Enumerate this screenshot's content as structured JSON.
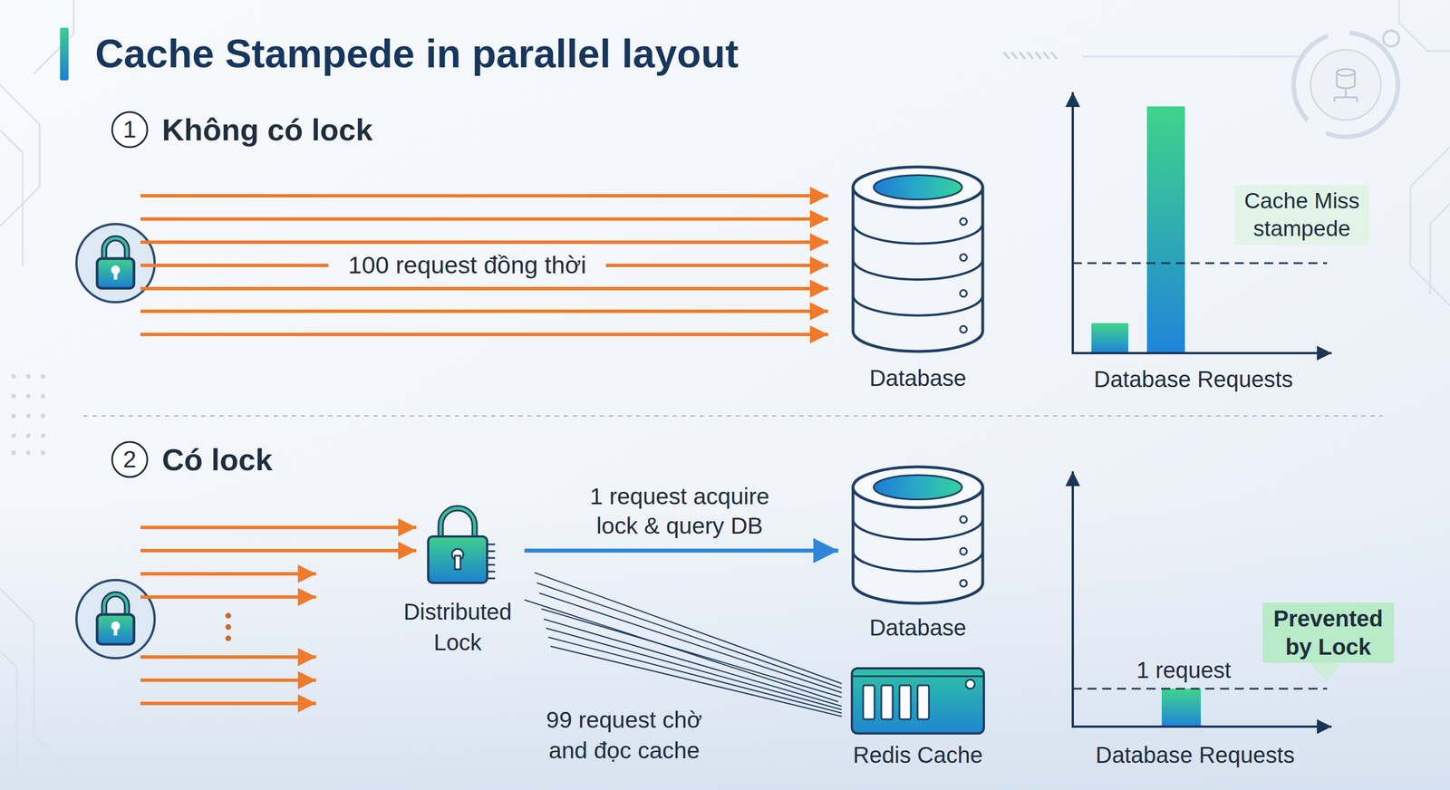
{
  "diagram": {
    "title": "Cache Stampede in parallel layout",
    "nodes": [
      {
        "text": [
          "1"
        ]
      },
      {
        "text": [
          "Database"
        ]
      },
      {
        "text": [
          "Cache Miss stampede"
        ]
      },
      {
        "text": [
          "2"
        ]
      },
      {
        "text": [
          "Distributed Lock"
        ]
      },
      {
        "text": [
          "Database"
        ]
      },
      {
        "text": [
          "Redis Cache"
        ]
      },
      {
        "text": [
          "Prevented by Lock"
        ]
      }
    ],
    "edges": [
      {
        "from": 4,
        "to": 5,
        "arrow": "to",
        "label": "1 request acquire lock & query DB"
      },
      {
        "from": 4,
        "to": 6,
        "arrow": "none",
        "label": "99 request chờ and đọc cache"
      }
    ],
    "labels": [
      "Không có lock",
      "100 request đồng thời",
      "Database Requests",
      "Có lock",
      "1 request",
      "Database Requests"
    ]
  }
}
